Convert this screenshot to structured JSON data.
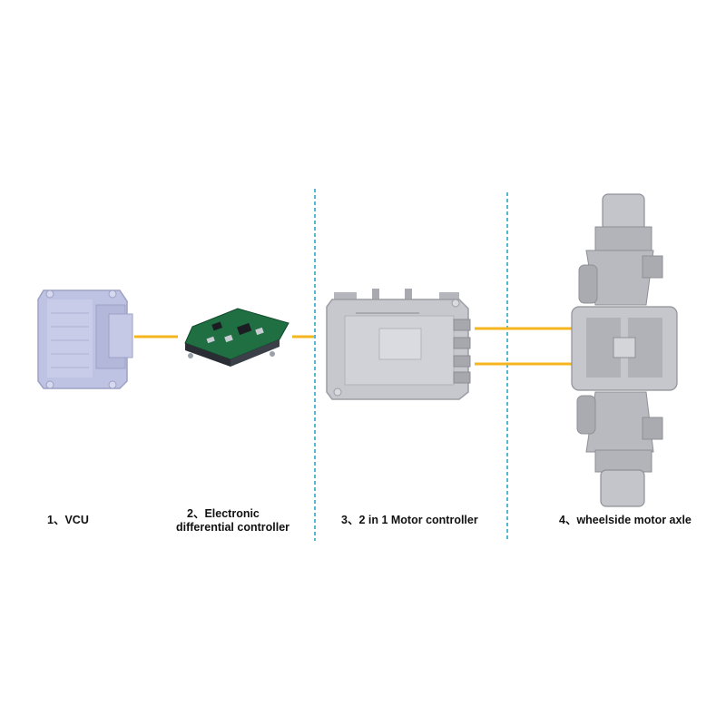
{
  "components": [
    {
      "label": "1、VCU",
      "icon": "ecu-box-icon"
    },
    {
      "label_line1": "2、Electronic",
      "label_line2": "differential controller",
      "icon": "circuit-board-icon"
    },
    {
      "label": "3、2 in 1 Motor controller",
      "icon": "motor-controller-icon"
    },
    {
      "label": "4、wheelside motor axle",
      "icon": "motor-axle-icon"
    }
  ],
  "colors": {
    "connector": "#f5b51f",
    "divider": "#2aa6c4",
    "housing": "#c7c8ce",
    "vcu": "#bfc3e3",
    "pcb": "#1f6f43"
  }
}
